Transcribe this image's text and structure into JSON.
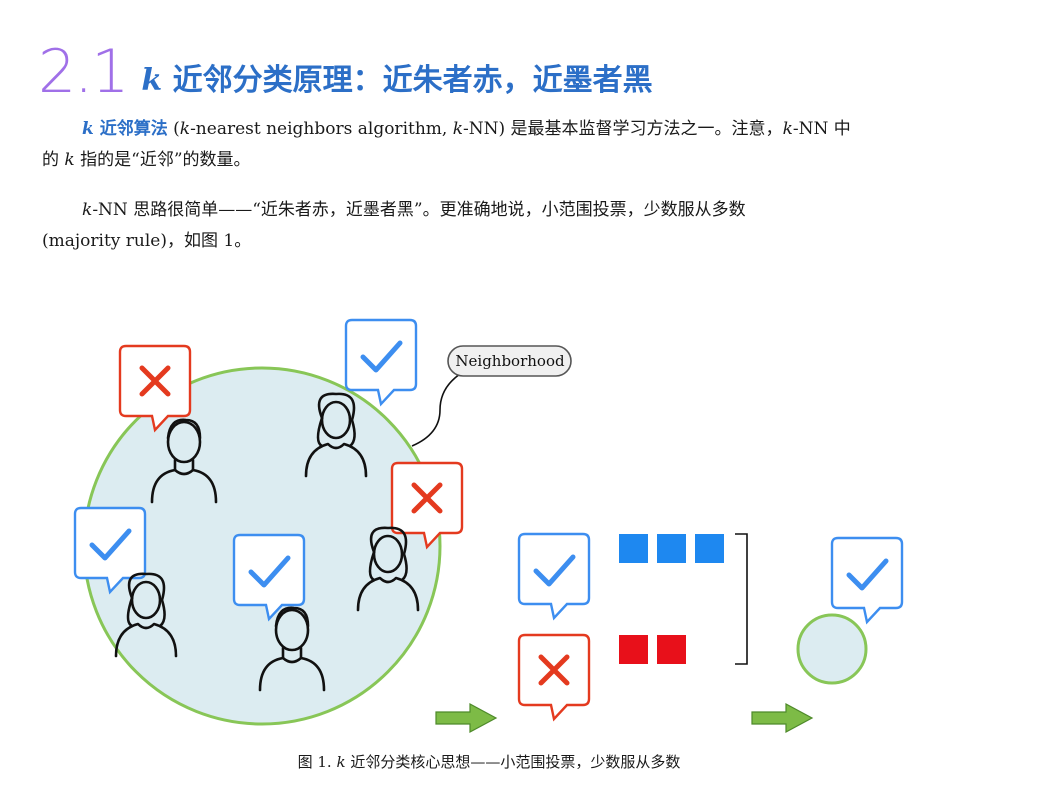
{
  "section": {
    "number": "2.1",
    "title_k": "k",
    "title_text": " 近邻分类原理：近朱者赤，近墨者黑"
  },
  "paragraph1": {
    "term_k": "k",
    "term": " 近邻算法",
    "text_a": " (",
    "k1": "k",
    "text_b": "-nearest neighbors algorithm, ",
    "k2": "k",
    "text_c": "-NN) 是最基本监督学习方法之一。注意，",
    "k3": "k",
    "text_d": "-NN 中",
    "line2_a": "的 ",
    "k4": "k",
    "line2_b": " 指的是“近邻”的数量。"
  },
  "paragraph2": {
    "k": "k",
    "line1": "-NN 思路很简单——“近朱者赤，近墨者黑”。更准确地说，小范围投票，少数服从多数",
    "line2": "(majority rule)，如图 1。"
  },
  "figure": {
    "callout": "Neighborhood",
    "votes": {
      "check": 3,
      "cross": 2
    },
    "result": "check",
    "colors": {
      "check": "#3d8ef0",
      "cross": "#e43a1f",
      "circle_fill": "#dcecf1",
      "circle_stroke": "#88c657",
      "arrow": "#7dbb46",
      "blue_square": "#1e88f0",
      "red_square": "#e8101a"
    }
  },
  "caption": {
    "prefix": "图 1. ",
    "k": "k",
    "text": " 近邻分类核心思想——小范围投票，少数服从多数"
  }
}
